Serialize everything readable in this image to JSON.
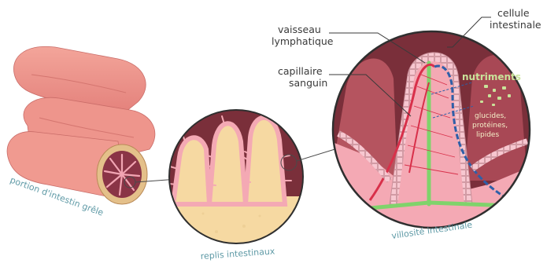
{
  "labels": {
    "cellule_intestinale": [
      "cellule",
      "intestinale"
    ],
    "vaisseau_lymphatique": [
      "vaisseau",
      "lymphatique"
    ],
    "capillaire_sanguin": [
      "capillaire",
      "sanguin"
    ],
    "nutriments": "nutriments",
    "nutriment_types": [
      "glucides,",
      "protéines,",
      "lipides"
    ],
    "portion_intestin": "portion d'intestin grêle",
    "replis": "replis intestinaux",
    "villosite": "villosité intestinale"
  },
  "colors": {
    "intestine_pink": "#ec8f86",
    "fold_cream": "#f6d9a2",
    "dark_maroon": "#7a2f3a",
    "villus_pink": "#f4a9b4",
    "capillary_red": "#d8304a",
    "lymph_green": "#7fd36b",
    "vein_blue": "#2e5fa8",
    "label_teal": "#5f9aa6"
  }
}
